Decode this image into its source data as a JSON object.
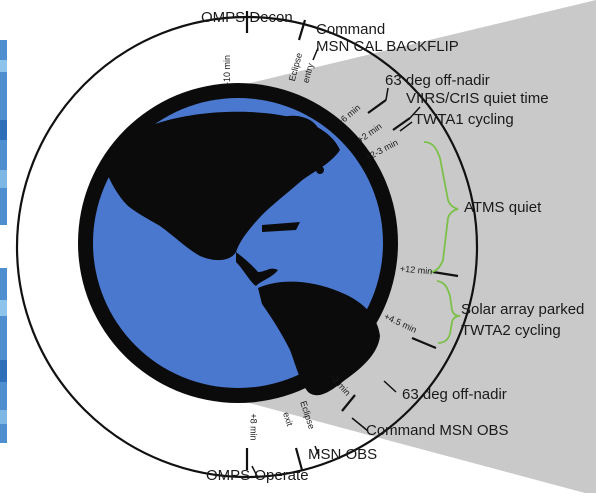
{
  "diagram": {
    "events": {
      "omps_decon": "OMPS Decon",
      "command_backflip_line1": "Command",
      "command_backflip_line2": "MSN CAL BACKFLIP",
      "off_nadir_top": "63 deg off-nadir",
      "viirs_quiet": "VIIRS/CrIS quiet time",
      "twta1": "TWTA1  cycling",
      "atms_quiet": "ATMS quiet",
      "solar_parked": "Solar array parked",
      "twta2": "TWTA2  cycling",
      "off_nadir_bottom": "63 deg off-nadir",
      "command_msn_obs": "Command MSN OBS",
      "msn_obs": "MSN OBS",
      "omps_operate": "OMPS Operate"
    },
    "ticks": {
      "minus10": "-10 min",
      "eclipse_entry_line1": "Eclipse",
      "eclipse_entry_line2": "entry",
      "minus6": "~6 min",
      "plus2": "+2 min",
      "plus2to3": "+2-3 min",
      "plus12": "+12 min",
      "plus4_5": "+4.5 min",
      "minus3": "-3 min",
      "eclipse_exit_line1": "Eclipse",
      "eclipse_exit_line2": "exit",
      "plus8": "+8 min"
    },
    "colors": {
      "ocean": "#4a78cf",
      "land": "#0b0b0b",
      "shadow": "#c9c9c9",
      "bracket": "#7cc04a",
      "orbit": "#111111"
    }
  }
}
